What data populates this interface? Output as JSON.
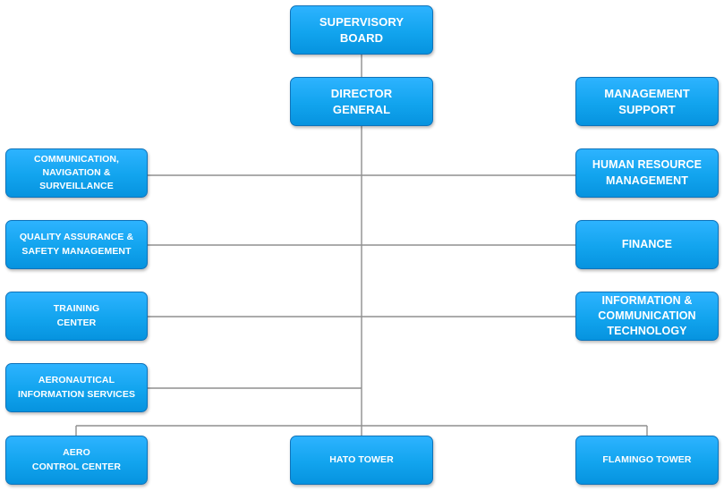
{
  "org_chart": {
    "supervisory_board": "SUPERVISORY\nBOARD",
    "director_general": "DIRECTOR\nGENERAL",
    "management_support": "MANAGEMENT\nSUPPORT",
    "communication_navigation_surveillance": "COMMUNICATION,\nNAVIGATION &\nSURVEILLANCE",
    "human_resource_management": "HUMAN RESOURCE\nMANAGEMENT",
    "quality_assurance_safety_management": "QUALITY ASSURANCE &\nSAFETY MANAGEMENT",
    "finance": "FINANCE",
    "training_center": "TRAINING\nCENTER",
    "information_communication_technology": "INFORMATION &\nCOMMUNICATION\nTECHNOLOGY",
    "aeronautical_information_services": "AERONAUTICAL\nINFORMATION SERVICES",
    "aero_control_center": "AERO\nCONTROL CENTER",
    "hato_tower": "HATO TOWER",
    "flamingo_tower": "FLAMINGO TOWER"
  }
}
